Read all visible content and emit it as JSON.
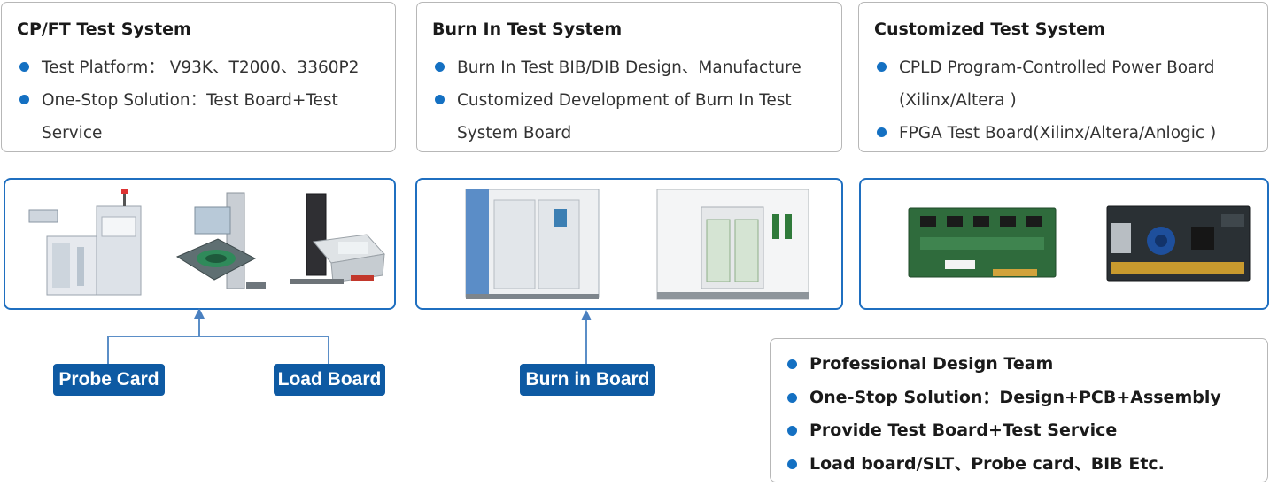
{
  "systems": [
    {
      "title": "CP/FT Test System",
      "items": [
        "Test Platform： V93K、T2000、3360P2",
        "One-Stop Solution：Test Board+Test Service"
      ]
    },
    {
      "title": "Burn In Test System",
      "items": [
        "Burn In Test BIB/DIB Design、Manufacture",
        "Customized Development of Burn In Test System Board"
      ]
    },
    {
      "title": "Customized Test System",
      "items": [
        "CPLD Program-Controlled Power Board (Xilinx/Altera )",
        "FPGA Test Board(Xilinx/Altera/Anlogic )"
      ]
    }
  ],
  "labels": {
    "probe_card": "Probe Card",
    "load_board": "Load Board",
    "burn_in_board": "Burn in Board"
  },
  "features": [
    "Professional Design Team",
    "One-Stop Solution：Design+PCB+Assembly",
    "Provide Test Board+Test Service",
    "Load board/SLT、Probe card、BIB Etc."
  ],
  "colors": {
    "accent": "#1f6fc0",
    "tag_bg": "#0e5aa3",
    "bullet": "#1470c2",
    "connector": "#5b8ec7"
  }
}
